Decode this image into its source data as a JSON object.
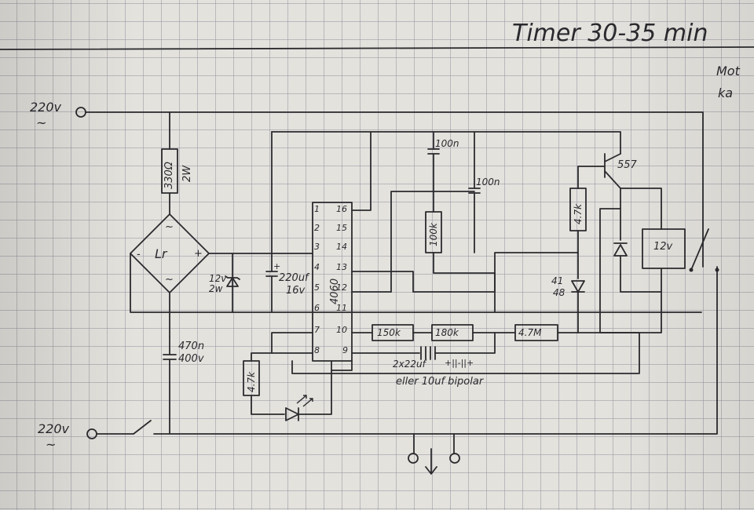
{
  "title": "Timer 30-35 min",
  "corner_note": [
    "Mot",
    "ka"
  ],
  "mains_top": "220v",
  "mains_bottom": "220v",
  "tilde": "~",
  "resistor_330": [
    "330Ω",
    "2W"
  ],
  "bridge": {
    "label": "Lr",
    "minus": "-",
    "plus": "+",
    "ac": "~"
  },
  "zener": [
    "12v",
    "2w"
  ],
  "cap_input": [
    "470n",
    "400v"
  ],
  "cap_supply": [
    "220uf",
    "16v"
  ],
  "ic": {
    "name": "4060",
    "pins_left": [
      "1",
      "2",
      "3",
      "4",
      "5",
      "6",
      "7",
      "8"
    ],
    "pins_right": [
      "16",
      "15",
      "14",
      "13",
      "12",
      "11",
      "10",
      "9"
    ]
  },
  "resistor_led": "4.7k",
  "cap_100n_a": "100n",
  "cap_100n_b": "100n",
  "resistor_100k": "100k",
  "transistor": "557",
  "resistor_base": "4.7k",
  "relay": "12v",
  "diode_pair": [
    "41",
    "48"
  ],
  "timing_resistors": [
    "150k",
    "180k",
    "4.7M"
  ],
  "timing_caps": [
    "2x22uf",
    "+||-||+"
  ],
  "timing_note": "eller 10uf bipolar"
}
